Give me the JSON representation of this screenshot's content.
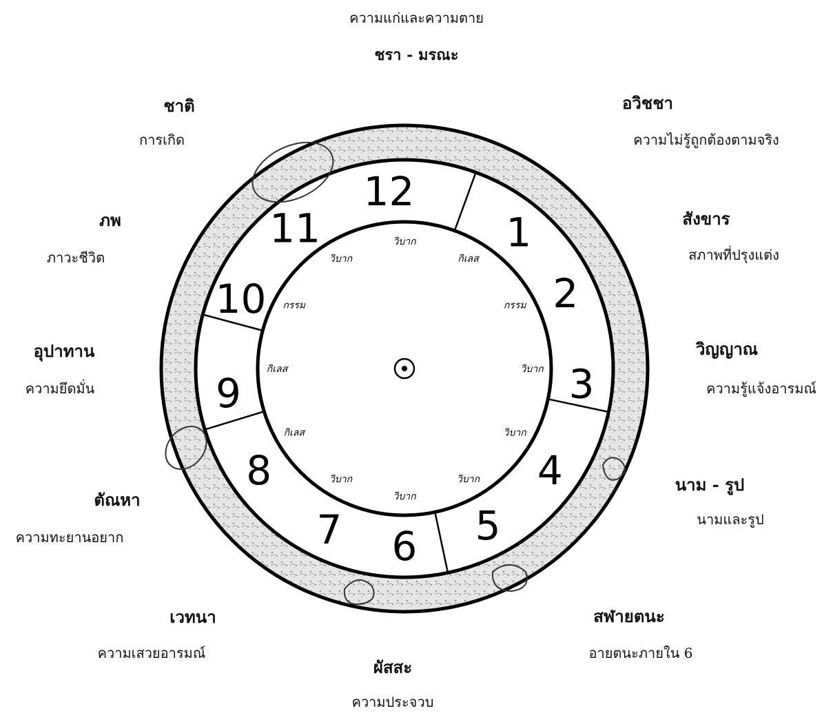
{
  "top": {
    "line1": "ความแก่และความตาย",
    "line2": "ชรา - มรณะ"
  },
  "links": [
    {
      "id": "avijja",
      "name": "อวิชชา",
      "desc": "ความไม่รู้ถูกต้องตามจริง"
    },
    {
      "id": "sankhara",
      "name": "สังขาร",
      "desc": "สภาพที่ปรุงแต่ง"
    },
    {
      "id": "vinnana",
      "name": "วิญญาณ",
      "desc": "ความรู้แจ้งอารมณ์"
    },
    {
      "id": "namarupa",
      "name": "นาม - รูป",
      "desc": "นามและรูป"
    },
    {
      "id": "salayatana",
      "name": "สฬายตนะ",
      "desc": "อายตนะภายใน 6"
    },
    {
      "id": "phassa",
      "name": "ผัสสะ",
      "desc": "ความประจวบ"
    },
    {
      "id": "vedana",
      "name": "เวทนา",
      "desc": "ความเสวยอารมณ์"
    },
    {
      "id": "tanha",
      "name": "ตัณหา",
      "desc": "ความทะยานอยาก"
    },
    {
      "id": "upadana",
      "name": "อุปาทาน",
      "desc": "ความยึดมั่น"
    },
    {
      "id": "bhava",
      "name": "ภพ",
      "desc": "ภาวะชีวิต"
    },
    {
      "id": "jati",
      "name": "ชาติ",
      "desc": "การเกิด"
    }
  ],
  "wheel": {
    "numbers": [
      "1",
      "2",
      "3",
      "4",
      "5",
      "6",
      "7",
      "8",
      "9",
      "10",
      "11",
      "12"
    ],
    "inner_words": [
      "วิบาก",
      "กิเลส",
      "กรรม",
      "วิบาก",
      "วิบาก",
      "วิบาก",
      "วิบาก",
      "วิบาก",
      "กิเลส",
      "กิเลส",
      "กรรม",
      "วิบาก"
    ]
  },
  "colors": {
    "ink": "#111111",
    "ring_fill": "#e9e9e9",
    "background": "#ffffff"
  }
}
